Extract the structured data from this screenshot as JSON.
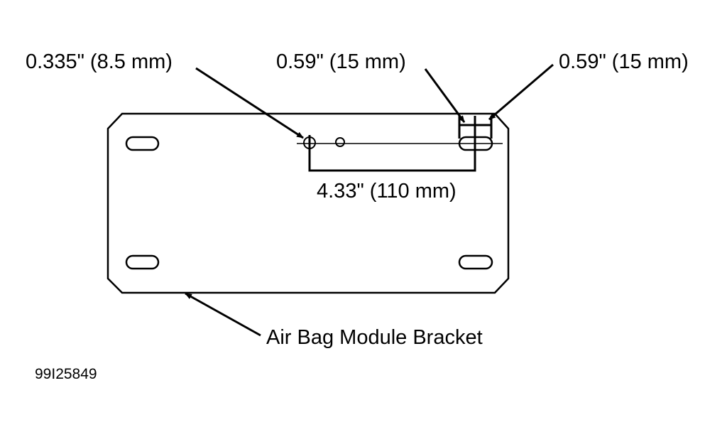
{
  "labels": {
    "hole_diameter": "0.335\" (8.5 mm)",
    "slot_dim_left": "0.59\" (15 mm)",
    "slot_dim_right": "0.59\" (15 mm)",
    "hole_spacing": "4.33\" (110 mm)",
    "part_name": "Air Bag Module Bracket",
    "figure_id": "99I25849"
  },
  "colors": {
    "line": "#000000",
    "background": "#ffffff"
  }
}
